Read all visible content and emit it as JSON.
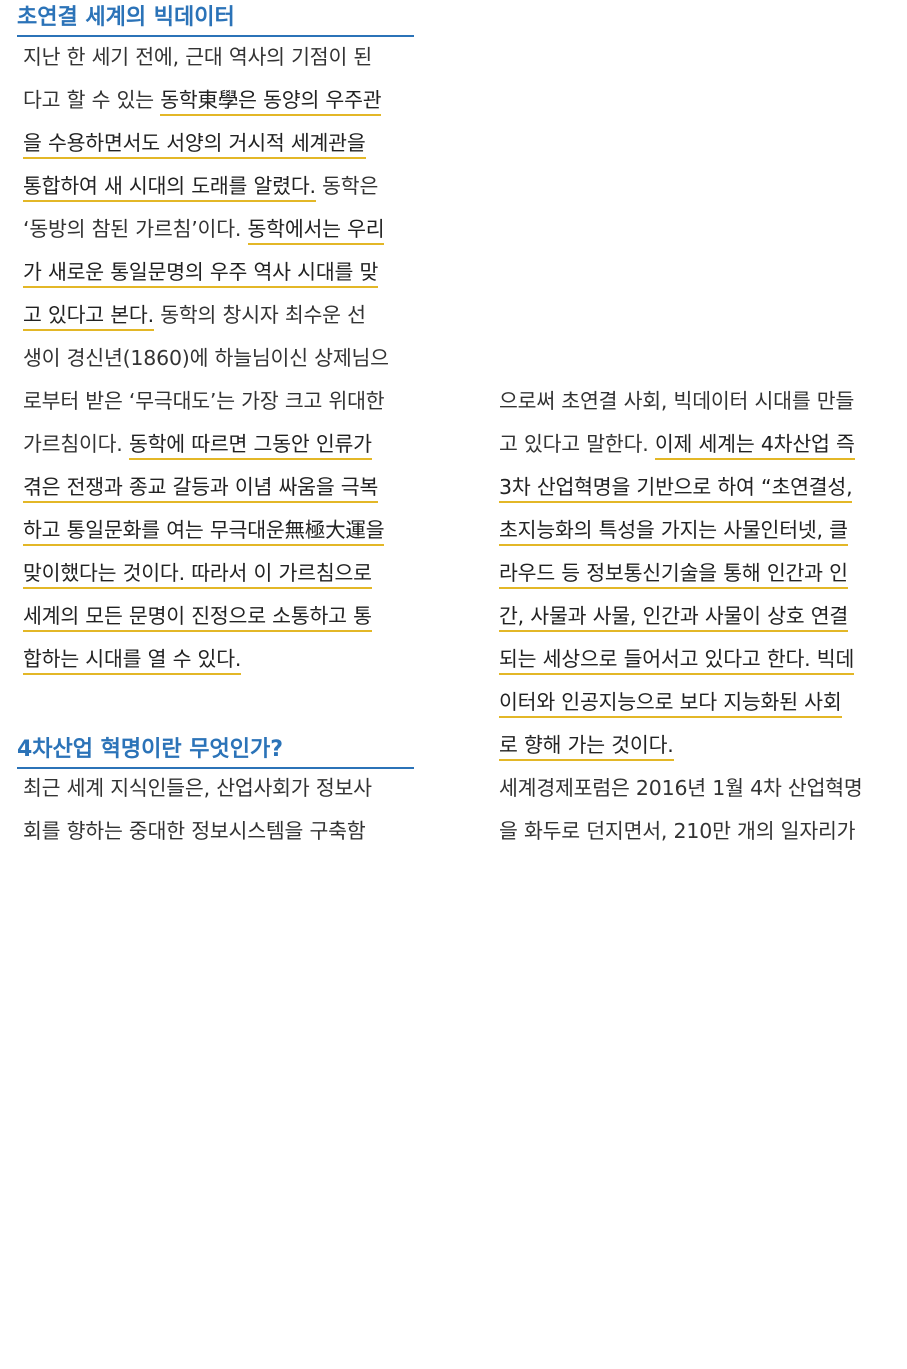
{
  "left_column": {
    "heading1": "초연결 세계의 빅데이터",
    "para1": [
      [
        {
          "t": "지난 한 세기 전에, 근대 역사의 기점이 된",
          "hl": false
        }
      ],
      [
        {
          "t": "다고 할 수 있는 ",
          "hl": false
        },
        {
          "t": "동학東學은 동양의 우주관",
          "hl": true
        }
      ],
      [
        {
          "t": "을 수용하면서도 서양의 거시적 세계관을",
          "hl": true
        }
      ],
      [
        {
          "t": "통합하여 새 시대의 도래를 알렸다.",
          "hl": true
        },
        {
          "t": " 동학은",
          "hl": false
        }
      ],
      [
        {
          "t": "‘동방의 참된 가르침’이다. ",
          "hl": false
        },
        {
          "t": "동학에서는 우리",
          "hl": true
        }
      ],
      [
        {
          "t": "가 새로운 통일문명의 우주 역사 시대를 맞",
          "hl": true
        }
      ],
      [
        {
          "t": "고 있다고 본다.",
          "hl": true
        },
        {
          "t": " 동학의 창시자 최수운 선",
          "hl": false
        }
      ],
      [
        {
          "t": "생이 경신년(1860)에 하늘님이신 상제님으",
          "hl": false
        }
      ],
      [
        {
          "t": "로부터 받은 ‘무극대도’는 가장 크고 위대한",
          "hl": false
        }
      ],
      [
        {
          "t": "가르침이다. ",
          "hl": false
        },
        {
          "t": "동학에 따르면 그동안 인류가",
          "hl": true
        }
      ],
      [
        {
          "t": "겪은 전쟁과 종교 갈등과 이념 싸움을 극복",
          "hl": true
        }
      ],
      [
        {
          "t": "하고 통일문화를 여는 무극대운無極大運을",
          "hl": true
        }
      ],
      [
        {
          "t": "맞이했다는 것이다. 따라서 이 가르침으로",
          "hl": true
        }
      ],
      [
        {
          "t": "세계의 모든 문명이 진정으로 소통하고 통",
          "hl": true
        }
      ],
      [
        {
          "t": "합하는 시대를 열 수 있다.",
          "hl": true
        }
      ]
    ],
    "heading2": "4차산업 혁명이란 무엇인가?",
    "para2": [
      [
        {
          "t": "최근 세계 지식인들은, 산업사회가 정보사",
          "hl": false
        }
      ],
      [
        {
          "t": "회를 향하는 중대한 정보시스템을 구축함",
          "hl": false
        }
      ]
    ]
  },
  "right_column": {
    "para1": [
      [
        {
          "t": "으로써 초연결 사회, 빅데이터 시대를 만들",
          "hl": false
        }
      ],
      [
        {
          "t": "고 있다고 말한다. ",
          "hl": false
        },
        {
          "t": "이제 세계는 4차산업 즉",
          "hl": true
        }
      ],
      [
        {
          "t": "3차 산업혁명을 기반으로 하여 “초연결성,",
          "hl": true
        }
      ],
      [
        {
          "t": "초지능화의 특성을 가지는 사물인터넷, 클",
          "hl": true
        }
      ],
      [
        {
          "t": "라우드 등 정보통신기술을 통해 인간과 인",
          "hl": true
        }
      ],
      [
        {
          "t": "간, 사물과 사물, 인간과 사물이 상호 연결",
          "hl": true
        }
      ],
      [
        {
          "t": "되는 세상으로 들어서고 있다고 한다. 빅데",
          "hl": true
        }
      ],
      [
        {
          "t": "이터와 인공지능으로 보다 지능화된 사회",
          "hl": true
        }
      ],
      [
        {
          "t": "로 향해 가는 것이다.",
          "hl": true
        }
      ]
    ],
    "para2": [
      [
        {
          "t": "세계경제포럼은 2016년 1월 4차 산업혁명",
          "hl": false
        }
      ],
      [
        {
          "t": "을 화두로 던지면서, 210만 개의 일자리가",
          "hl": false
        }
      ]
    ]
  }
}
